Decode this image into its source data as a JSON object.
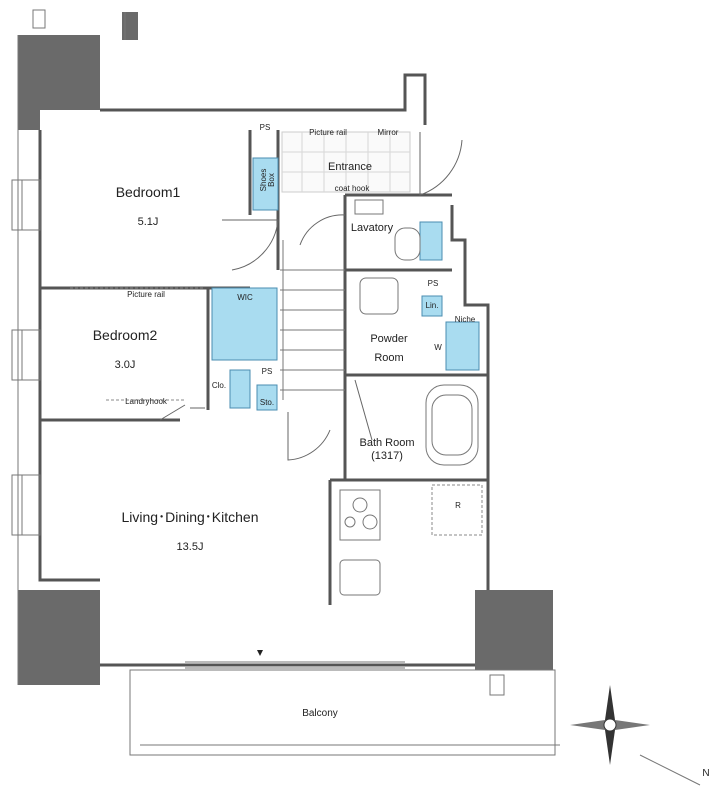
{
  "rooms": {
    "bedroom1": {
      "name": "Bedroom1",
      "size": "5.1J"
    },
    "bedroom2": {
      "name": "Bedroom2",
      "size": "3.0J"
    },
    "ldk": {
      "name": "Living･Dining･Kitchen",
      "size": "13.5J"
    },
    "entrance": "Entrance",
    "lavatory": "Lavatory",
    "powder_room": [
      "Powder",
      "Room"
    ],
    "bath_room": [
      "Bath Room",
      "(1317)"
    ],
    "balcony": "Balcony"
  },
  "labels": {
    "ps_top": "PS",
    "ps_mid": "PS",
    "ps_low": "PS",
    "picture_rail_top": "Picture rail",
    "picture_rail_mid": "Picture rail",
    "mirror": "Mirror",
    "coat_hook": "coat hook",
    "shoes_box": [
      "Shoes",
      "Box"
    ],
    "wic": "WIC",
    "lin": "Lin.",
    "niche": "Niche",
    "w": "W",
    "clo": "Clo.",
    "sto": "Sto.",
    "landryhook": "Landryhook",
    "r": "R",
    "compass_n": "N"
  },
  "colors": {
    "wall": "#6a6a6a",
    "storage": "#a9dcf0",
    "background": "#ffffff"
  }
}
